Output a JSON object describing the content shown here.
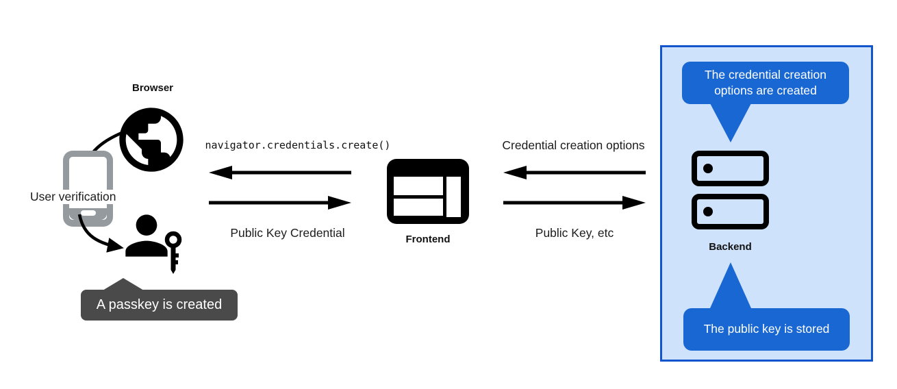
{
  "nodes": {
    "browser": {
      "label": "Browser"
    },
    "user_verification": {
      "label": "User verification"
    },
    "frontend": {
      "label": "Frontend"
    },
    "backend": {
      "label": "Backend"
    }
  },
  "arrows": {
    "create_call": {
      "label": "navigator.credentials.create()",
      "direction": "left",
      "from": "Frontend",
      "to": "Browser"
    },
    "public_key_credential": {
      "label": "Public Key Credential",
      "direction": "right",
      "from": "Browser",
      "to": "Frontend"
    },
    "credential_creation_options": {
      "label": "Credential creation options",
      "direction": "left",
      "from": "Backend",
      "to": "Frontend"
    },
    "public_key_etc": {
      "label": "Public Key, etc",
      "direction": "right",
      "from": "Frontend",
      "to": "Backend"
    }
  },
  "callouts": {
    "passkey_created": {
      "text": "A passkey is created",
      "style": "dark-tooltip"
    },
    "options_created": {
      "text": "The credential creation options are created",
      "style": "blue-bubble"
    },
    "public_key_stored": {
      "text": "The public key is stored",
      "style": "blue-bubble"
    }
  },
  "icons": [
    "globe-icon",
    "smartphone-icon",
    "person-key-icon",
    "browser-window-icon",
    "server-icon"
  ],
  "colors": {
    "bubble_blue": "#1967d2",
    "panel_border": "#1254cc",
    "panel_bg": "#cfe2fc",
    "tooltip_dark": "#4a4a4a",
    "phone_gray": "#949a9e",
    "ink": "#000000"
  }
}
